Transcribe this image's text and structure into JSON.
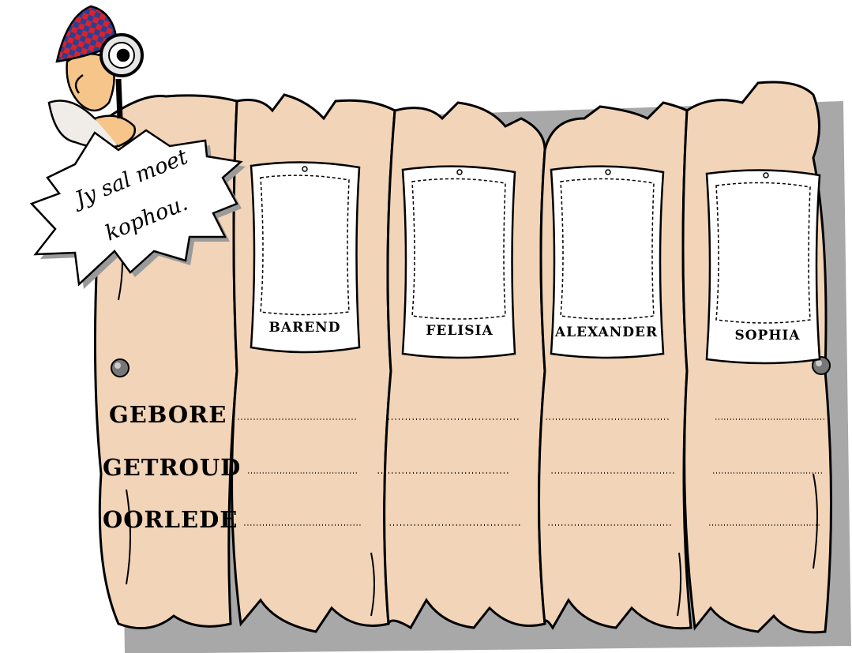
{
  "speech_bubble": {
    "line1": "Jy sal moet",
    "line2": "kophou."
  },
  "cards": [
    {
      "name": "BAREND"
    },
    {
      "name": "FELISIA"
    },
    {
      "name": "ALEXANDER"
    },
    {
      "name": "SOPHIA"
    }
  ],
  "rows": [
    {
      "label": "GEBORE"
    },
    {
      "label": "GETROUD"
    },
    {
      "label": "OORLEDE"
    }
  ],
  "fill_line": "......................................",
  "colors": {
    "wood": "#f2d4b8",
    "wood_shadow": "#9a9a9a",
    "outline": "#000000",
    "hat_red": "#d8232a",
    "hat_blue": "#2b3f96",
    "skin": "#f6c58a"
  }
}
